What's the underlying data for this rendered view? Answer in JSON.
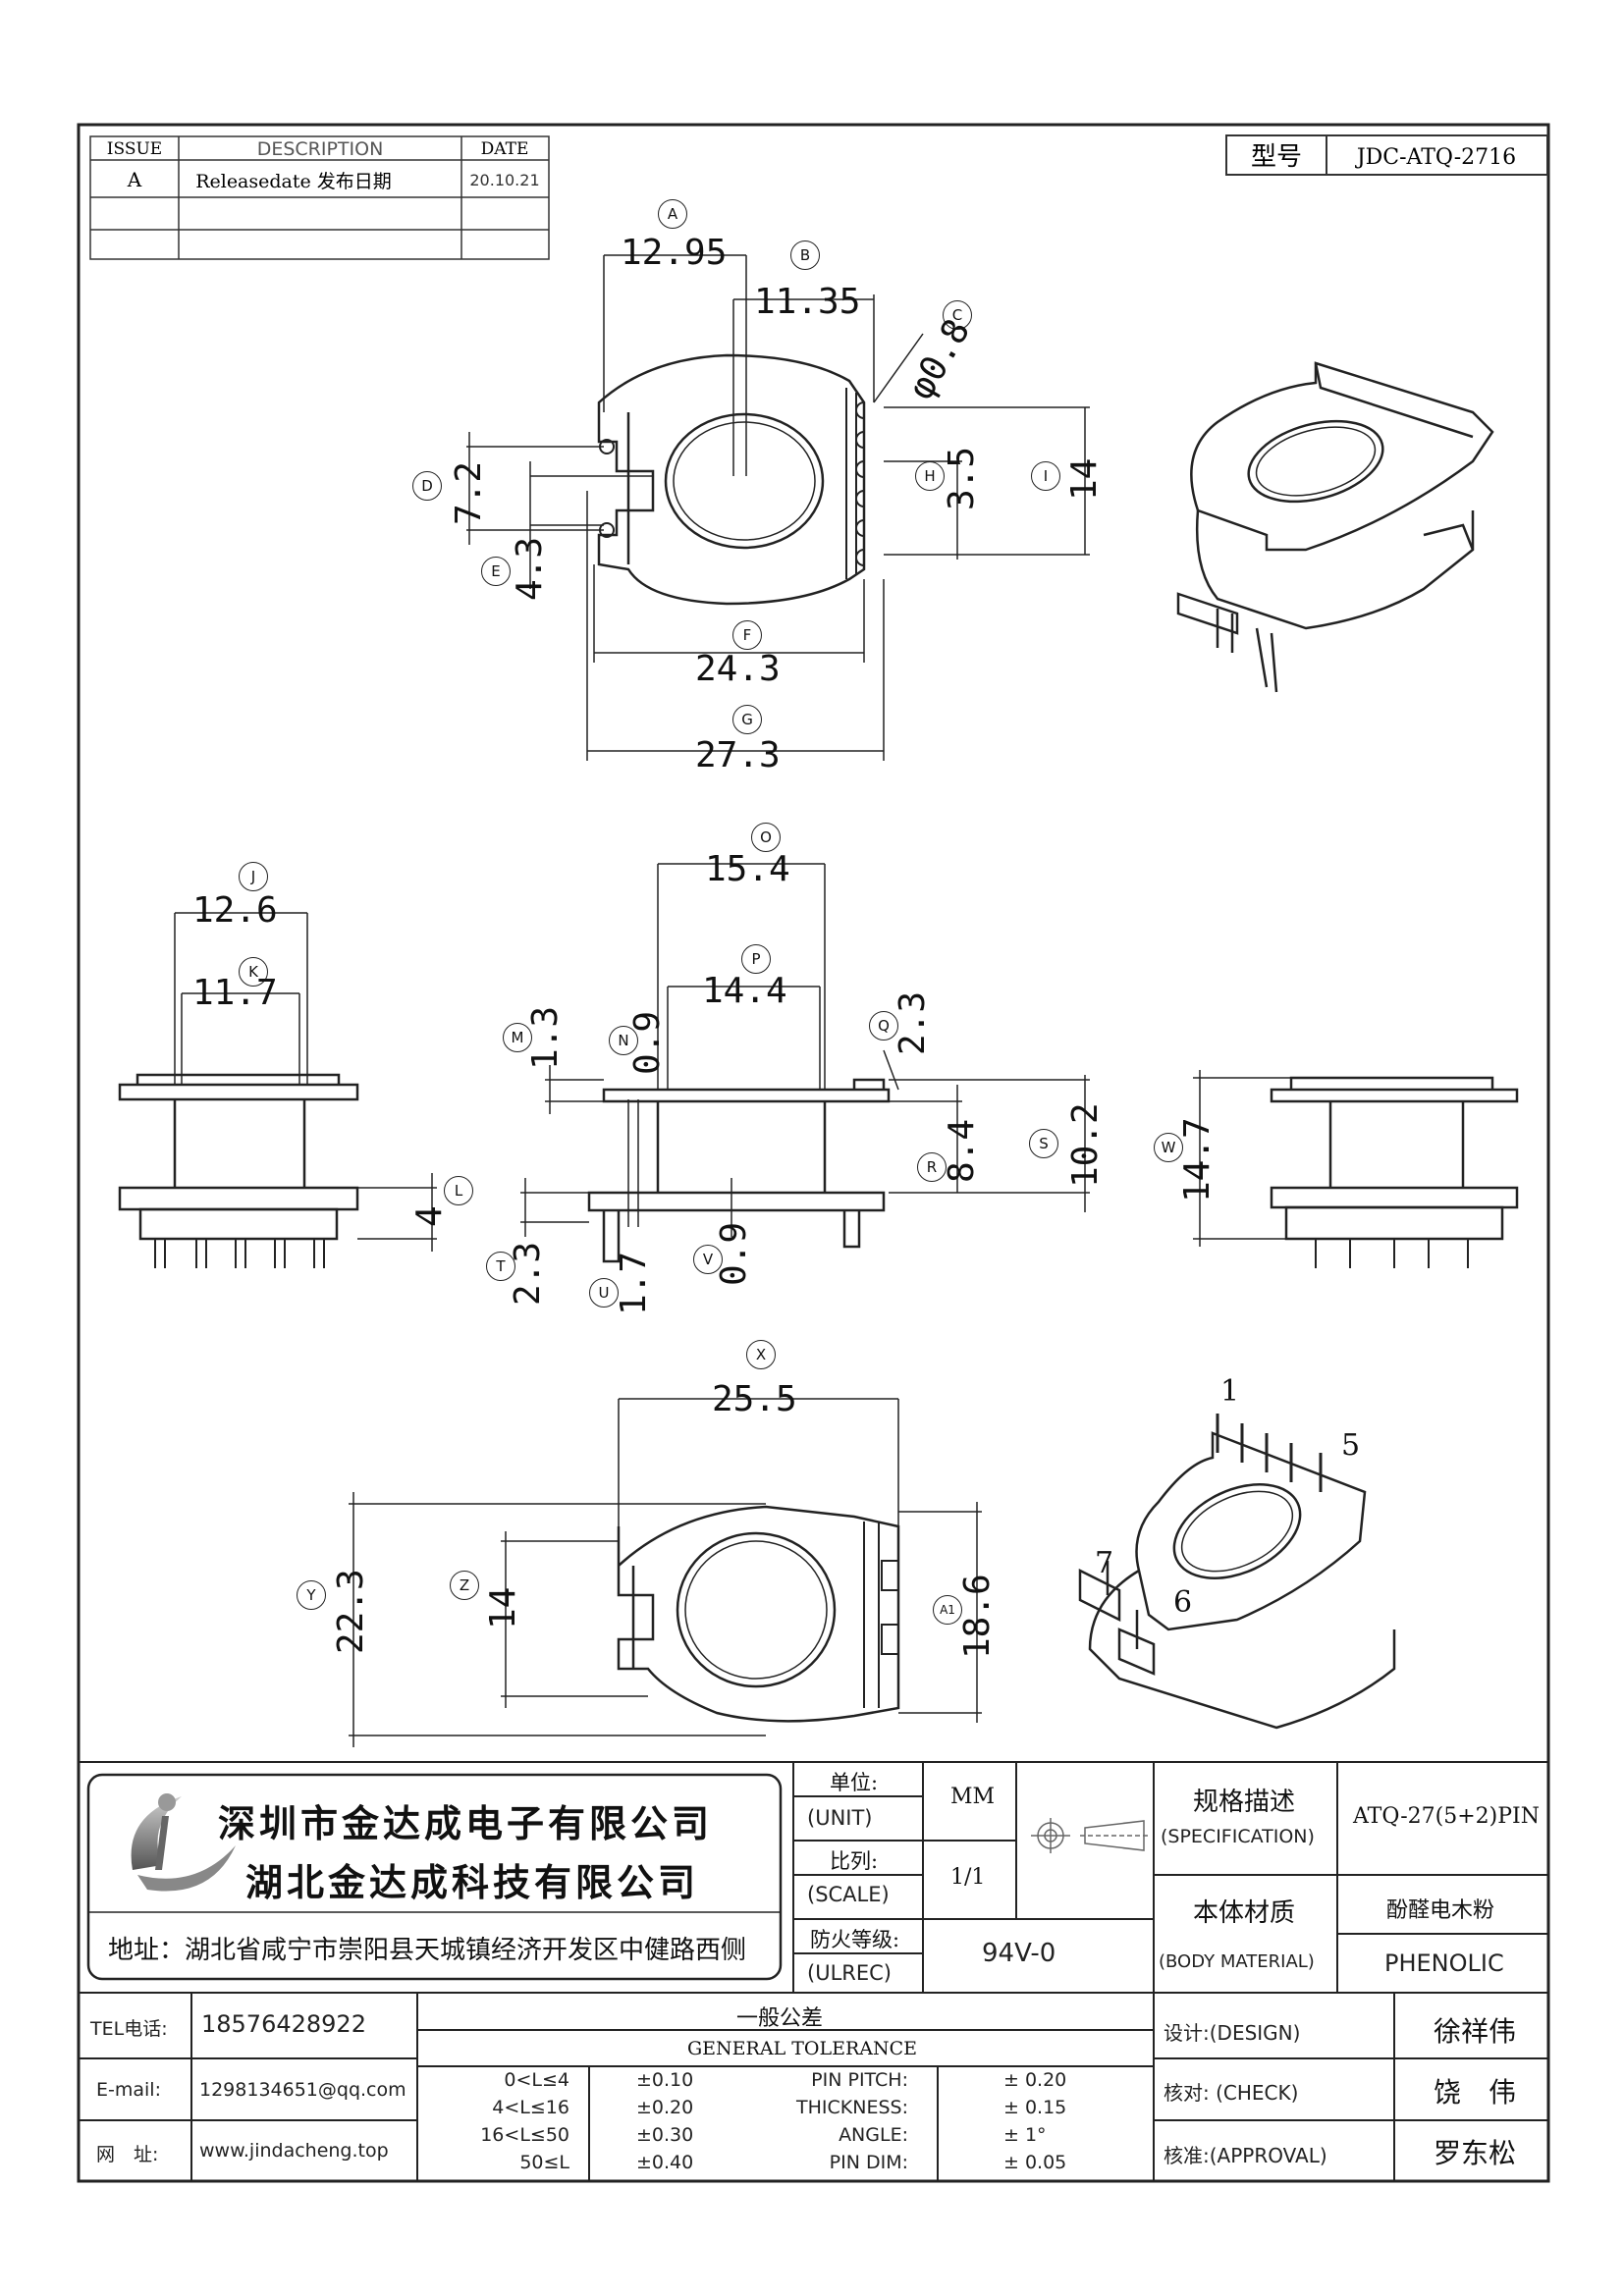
{
  "revision_table": {
    "headers": [
      "ISSUE",
      "DESCRIPTION",
      "DATE"
    ],
    "rows": [
      {
        "issue": "A",
        "description": "Releasedate 发布日期",
        "date": "20.10.21"
      }
    ]
  },
  "model": {
    "label": "型号",
    "value": "JDC-ATQ-2716"
  },
  "dimensions": {
    "A": "12.95",
    "B": "11.35",
    "C": "φ0.8",
    "D": "7.2",
    "E": "4.3",
    "F": "24.3",
    "G": "27.3",
    "H": "3.5",
    "I": "14",
    "J": "12.6",
    "K": "11.7",
    "L": "4",
    "M": "1.3",
    "N": "0.9",
    "O": "15.4",
    "P": "14.4",
    "Q": "2.3",
    "R": "8.4",
    "S": "10.2",
    "T": "2.3",
    "U": "1.7",
    "V": "0.9",
    "W": "14.7",
    "X": "25.5",
    "Y": "22.3",
    "Z": "14",
    "A1": "18.6"
  },
  "pin_labels": {
    "p1": "1",
    "p5": "5",
    "p6": "6",
    "p7": "7"
  },
  "company": {
    "name1": "深圳市金达成电子有限公司",
    "name2": "湖北金达成科技有限公司",
    "address": "地址：湖北省咸宁市崇阳县天城镇经济开发区中健路西侧"
  },
  "title_block": {
    "unit_label": "单位:",
    "unit_label_en": "(UNIT)",
    "unit_value": "MM",
    "scale_label": "比列:",
    "scale_label_en": "(SCALE)",
    "scale_value": "1/1",
    "fire_label": "防火等级:",
    "fire_label_en": "(ULREC)",
    "fire_value": "94V-0",
    "spec_label": "规格描述",
    "spec_label_en": "(SPECIFICATION)",
    "spec_value": "ATQ-27(5+2)PIN",
    "material_label": "本体材质",
    "material_label_en": "(BODY MATERIAL)",
    "material_value_cn": "酚醛电木粉",
    "material_value_en": "PHENOLIC"
  },
  "contact": {
    "tel_label": "TEL电话:",
    "tel": "18576428922",
    "email_label": "E-mail:",
    "email": "1298134651@qq.com",
    "web_label": "网　址:",
    "web": "www.jindacheng.top"
  },
  "tolerance": {
    "title_cn": "一般公差",
    "title_en": "GENERAL TOLERANCE",
    "ranges": [
      {
        "range": "0<L≤4",
        "tol": "±0.10"
      },
      {
        "range": "4<L≤16",
        "tol": "±0.20"
      },
      {
        "range": "16<L≤50",
        "tol": "±0.30"
      },
      {
        "range": "50≤L",
        "tol": "±0.40"
      }
    ],
    "specs": [
      {
        "name": "PIN PITCH:",
        "tol": "± 0.20"
      },
      {
        "name": "THICKNESS:",
        "tol": "± 0.15"
      },
      {
        "name": "ANGLE:",
        "tol": "± 1°"
      },
      {
        "name": "PIN DIM:",
        "tol": "± 0.05"
      }
    ]
  },
  "approvals": [
    {
      "label": "设计:(DESIGN)",
      "name": "徐祥伟"
    },
    {
      "label": "核对: (CHECK)",
      "name": "饶　伟"
    },
    {
      "label": "核准:(APPROVAL)",
      "name": "罗东松"
    }
  ]
}
